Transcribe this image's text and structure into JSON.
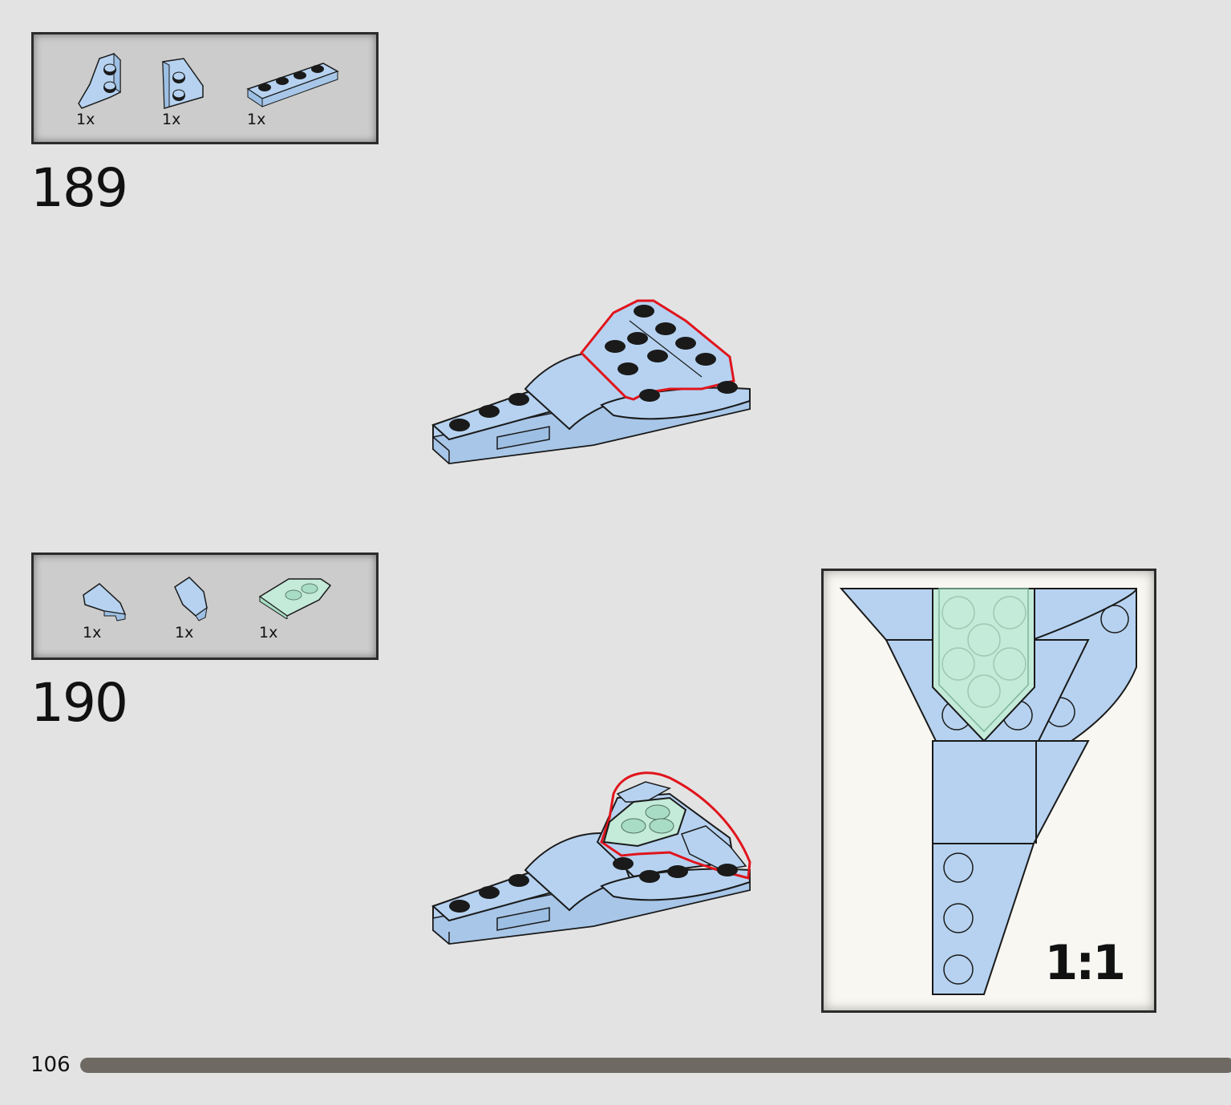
{
  "page": {
    "number": "106",
    "progress": 1.0
  },
  "steps": [
    {
      "number": "189",
      "parts": [
        {
          "icon": "wedge-plate-left-icon",
          "qty": "1x",
          "color": "#b6d2f0"
        },
        {
          "icon": "wedge-plate-small-icon",
          "qty": "1x",
          "color": "#b6d2f0"
        },
        {
          "icon": "plate-1x4-icon",
          "qty": "1x",
          "color": "#b6d2f0"
        }
      ]
    },
    {
      "number": "190",
      "parts": [
        {
          "icon": "wing-slope-left-icon",
          "qty": "1x",
          "color": "#b6d2f0"
        },
        {
          "icon": "wing-slope-right-icon",
          "qty": "1x",
          "color": "#b6d2f0"
        },
        {
          "icon": "trans-wedge-plate-icon",
          "qty": "1x",
          "color": "#bfe6d4"
        }
      ]
    }
  ],
  "callout": {
    "scale": "1:1"
  },
  "colors": {
    "brick_blue": "#b6d2f0",
    "trans_green": "#c4ead9",
    "highlight_red": "#e0141c",
    "outline": "#1a1a1a",
    "background": "#e3e3e3",
    "parts_box": "#cbcccb"
  }
}
